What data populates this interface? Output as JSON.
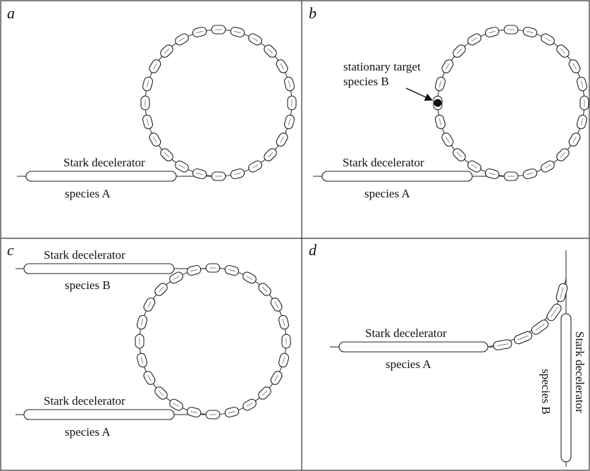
{
  "panels": [
    {
      "letter": "a",
      "decelerator_label": "Stark decelerator",
      "species_label": "species A"
    },
    {
      "letter": "b",
      "decelerator_label": "Stark decelerator",
      "species_label": "species A",
      "target_label_line1": "stationary target",
      "target_label_line2": "species B"
    },
    {
      "letter": "c",
      "top_decelerator_label": "Stark decelerator",
      "top_species_label": "species B",
      "bottom_decelerator_label": "Stark decelerator",
      "bottom_species_label": "species A"
    },
    {
      "letter": "d",
      "decelerator_label": "Stark decelerator",
      "species_label": "species A",
      "vertical_decelerator_label": "Stark decelerator",
      "vertical_species_label": "species B"
    }
  ]
}
